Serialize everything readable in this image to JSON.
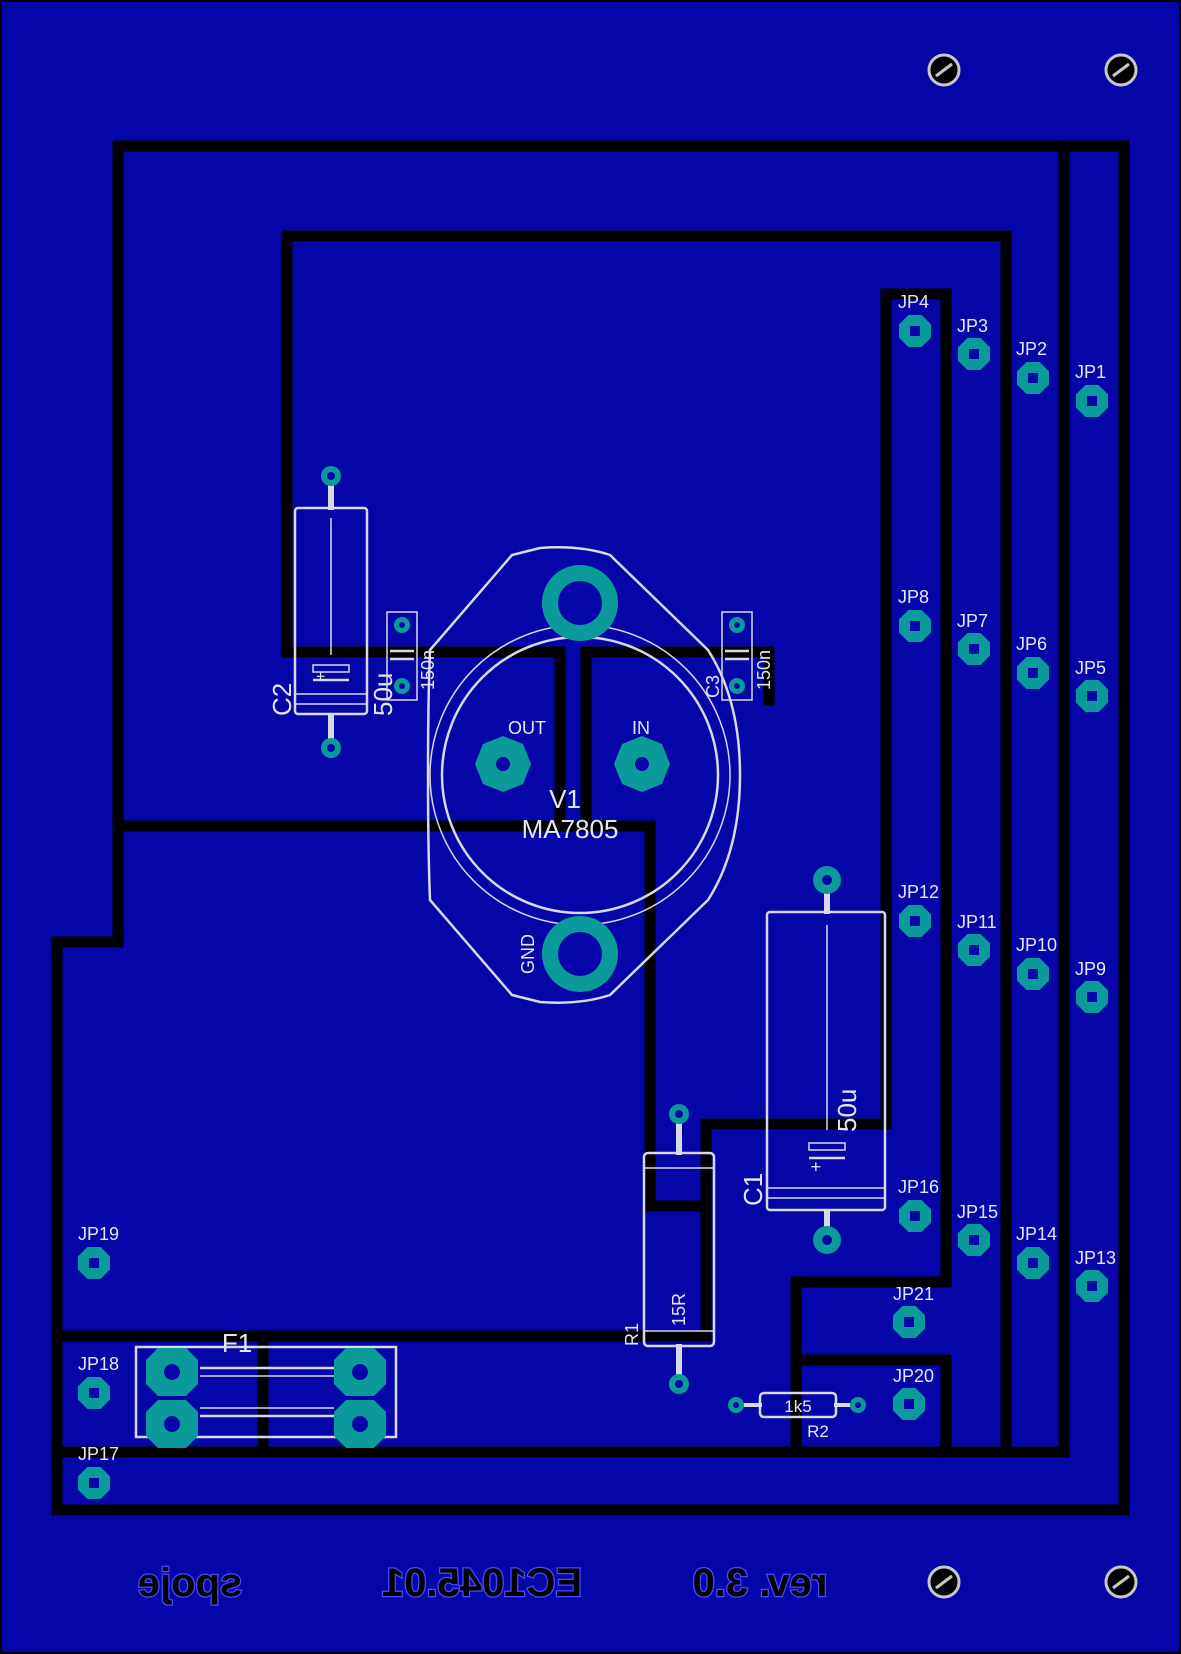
{
  "colors": {
    "copper": "#0606a8",
    "border": "#000000",
    "pad": "#0a9a9a",
    "silkscreen": "#d8d8e8"
  },
  "regulator": {
    "name": "V1",
    "value": "MA7805",
    "pin_out": "OUT",
    "pin_in": "IN",
    "pin_gnd": "GND"
  },
  "capacitors": {
    "c1_name": "C1",
    "c1_value": "50u",
    "c1_polarity": "+",
    "c2_name": "C2",
    "c2_value": "50u",
    "c2_polarity": "+",
    "c3_name": "C3",
    "c3_value": "150n",
    "c_small_value": "150n"
  },
  "resistors": {
    "r1_name": "R1",
    "r1_value": "15R",
    "r2_name": "R2",
    "r2_value": "1k5"
  },
  "fuse": {
    "name": "F1"
  },
  "jumpers": {
    "jp1": "JP1",
    "jp2": "JP2",
    "jp3": "JP3",
    "jp4": "JP4",
    "jp5": "JP5",
    "jp6": "JP6",
    "jp7": "JP7",
    "jp8": "JP8",
    "jp9": "JP9",
    "jp10": "JP10",
    "jp11": "JP11",
    "jp12": "JP12",
    "jp13": "JP13",
    "jp14": "JP14",
    "jp15": "JP15",
    "jp16": "JP16",
    "jp17": "JP17",
    "jp18": "JP18",
    "jp19": "JP19",
    "jp20": "JP20",
    "jp21": "JP21"
  },
  "bottom_labels": {
    "brand": "spoje",
    "part_number": "EC1045.01",
    "revision": "rev. 3.0"
  }
}
